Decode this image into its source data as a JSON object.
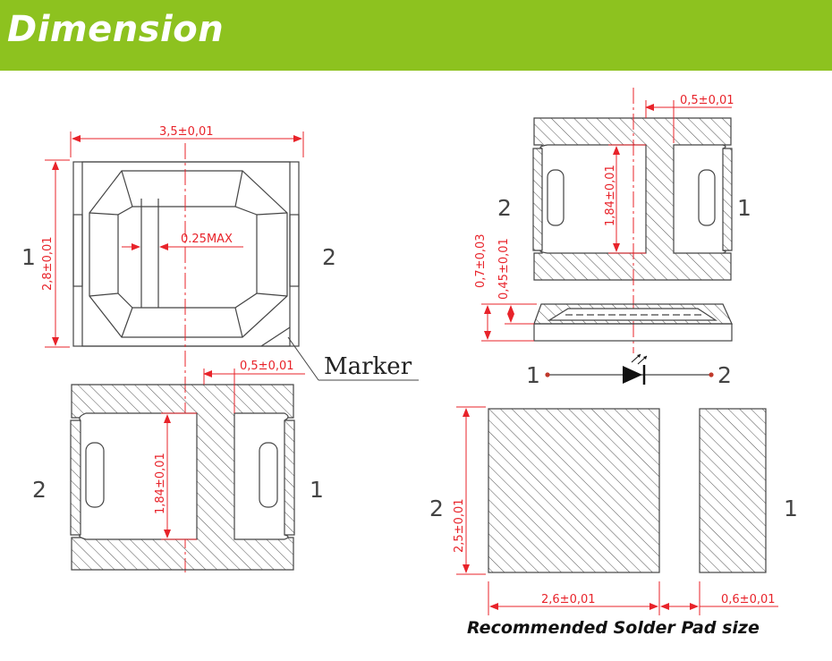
{
  "header": {
    "title": "Dimension",
    "background": "#8dc21f"
  },
  "colors": {
    "dimension": "#e8232a",
    "outline": "#444444",
    "hatch": "#555555"
  },
  "top_view": {
    "width_label": "3,5±0,01",
    "height_label": "2,8±0,01",
    "lens_label": "0.25MAX",
    "pin_left": "1",
    "pin_right": "2",
    "marker_label": "Marker"
  },
  "bottom_view": {
    "gap_label": "0,5±0,01",
    "pad_label": "1,84±0,01",
    "pin_left": "2",
    "pin_right": "1"
  },
  "right_view": {
    "gap_label": "0,5±0,01",
    "pad_label": "1,84±0,01",
    "pin_left": "2",
    "pin_right": "1"
  },
  "side_view": {
    "total_height_label": "0,7±0,03",
    "body_height_label": "0,45±0,01"
  },
  "symbol": {
    "pin_left": "1",
    "pin_right": "2"
  },
  "solder_pad": {
    "height_label": "2,5±0,01",
    "width_large_label": "2,6±0,01",
    "width_small_label": "0,6±0,01",
    "pin_left": "2",
    "pin_right": "1",
    "caption": "Recommended Solder Pad size"
  }
}
